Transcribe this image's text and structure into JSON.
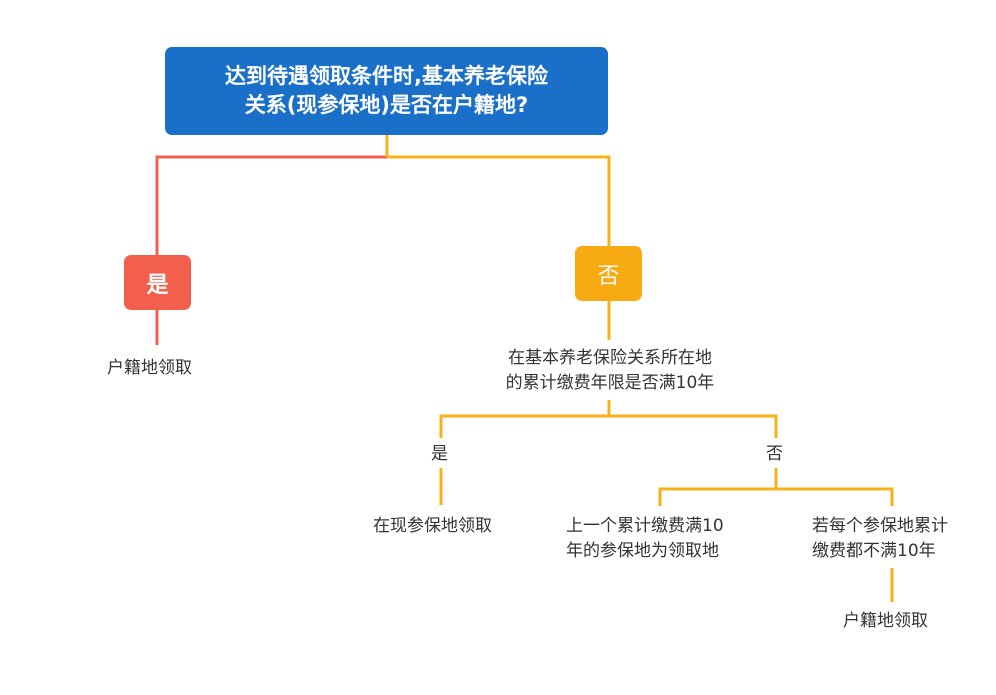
{
  "root": {
    "line1": "达到待遇领取条件时,基本养老保险",
    "line2": "关系(现参保地)是否在户籍地?"
  },
  "yes_branch": {
    "badge": "是",
    "result": "户籍地领取"
  },
  "no_branch": {
    "badge": "否",
    "question_line1": "在基本养老保险关系所在地",
    "question_line2": "的累计缴费年限是否满10年",
    "sub_yes": {
      "label": "是",
      "result": "在现参保地领取"
    },
    "sub_no": {
      "label": "否",
      "option1_line1": "上一个累计缴费满10",
      "option1_line2": "年的参保地为领取地",
      "option2_line1": "若每个参保地累计",
      "option2_line2": "缴费都不满10年",
      "option2_result": "户籍地领取"
    }
  },
  "colors": {
    "root_fill": "#1a6fc9",
    "yes_red": "#f2604d",
    "no_amber": "#f7aa11",
    "line_amber": "#f5b21a",
    "text": "#333333"
  }
}
